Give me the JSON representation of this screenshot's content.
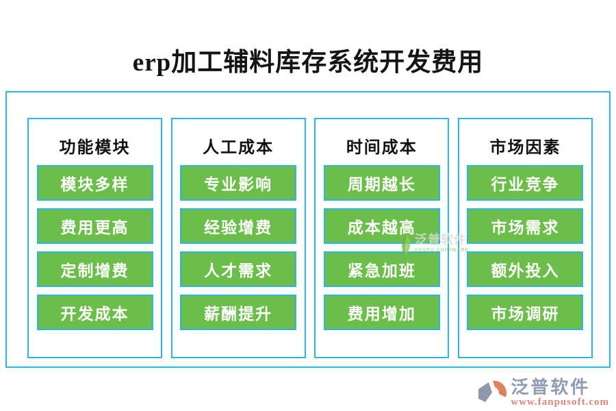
{
  "title": "erp加工辅料库存系统开发费用",
  "colors": {
    "border_accent": "#29b6ea",
    "button_green": "#6cbe4a",
    "button_text": "#ffffff",
    "title_text": "#141414",
    "logo_gray": "#8c9cb4",
    "logo_salmon": "#e2837b",
    "watermark_green": "#a6d37c"
  },
  "columns": [
    {
      "header": "功能模块",
      "items": [
        "模块多样",
        "费用更高",
        "定制增费",
        "开发成本"
      ]
    },
    {
      "header": "人工成本",
      "items": [
        "专业影响",
        "经验增费",
        "人才需求",
        "薪酬提升"
      ]
    },
    {
      "header": "时间成本",
      "items": [
        "周期越长",
        "成本越高",
        "紧急加班",
        "费用增加"
      ]
    },
    {
      "header": "市场因素",
      "items": [
        "行业竞争",
        "市场需求",
        "额外投入",
        "市场调研"
      ]
    }
  ],
  "watermark": {
    "name": "泛普软件",
    "subtext": "FANPU SOFTWARE"
  },
  "footer_logo": {
    "name": "泛普软件",
    "url": "www.fanpusoft.com"
  }
}
